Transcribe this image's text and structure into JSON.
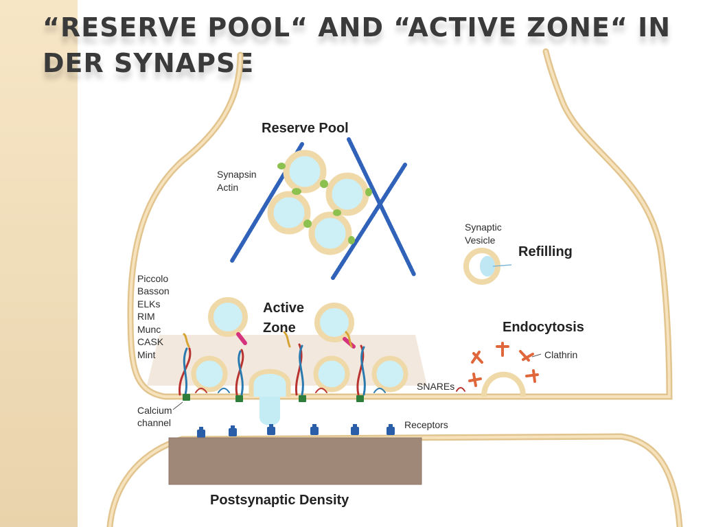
{
  "slide": {
    "title": "“Reserve Pool“ and “Active Zone“ in der Synapse"
  },
  "diagram": {
    "headings": {
      "reserve_pool": "Reserve Pool",
      "active_zone_line1": "Active",
      "active_zone_line2": "Zone",
      "refilling": "Refilling",
      "endocytosis": "Endocytosis",
      "postsynaptic_density": "Postsynaptic Density"
    },
    "labels": {
      "synapsin": "Synapsin",
      "actin": "Actin",
      "synaptic": "Synaptic",
      "vesicle": "Vesicle",
      "clathrin": "Clathrin",
      "snares": "SNAREs",
      "calcium": "Calcium",
      "channel": "channel",
      "receptors": "Receptors"
    },
    "protein_list": [
      "Piccolo",
      "Basson",
      "ELKs",
      "RIM",
      "Munc",
      "CASK",
      "Mint"
    ],
    "colors": {
      "membrane": "#f3dcae",
      "membrane_edge": "#e2c48f",
      "vesicle_fill": "#cdeff6",
      "actin": "#2f62b8",
      "synapsin": "#8cc04f",
      "clathrin": "#e0673b",
      "calcium_channel": "#2e7d3a",
      "receptor": "#2b5ea8",
      "postsynaptic_density": "#a08878"
    }
  }
}
